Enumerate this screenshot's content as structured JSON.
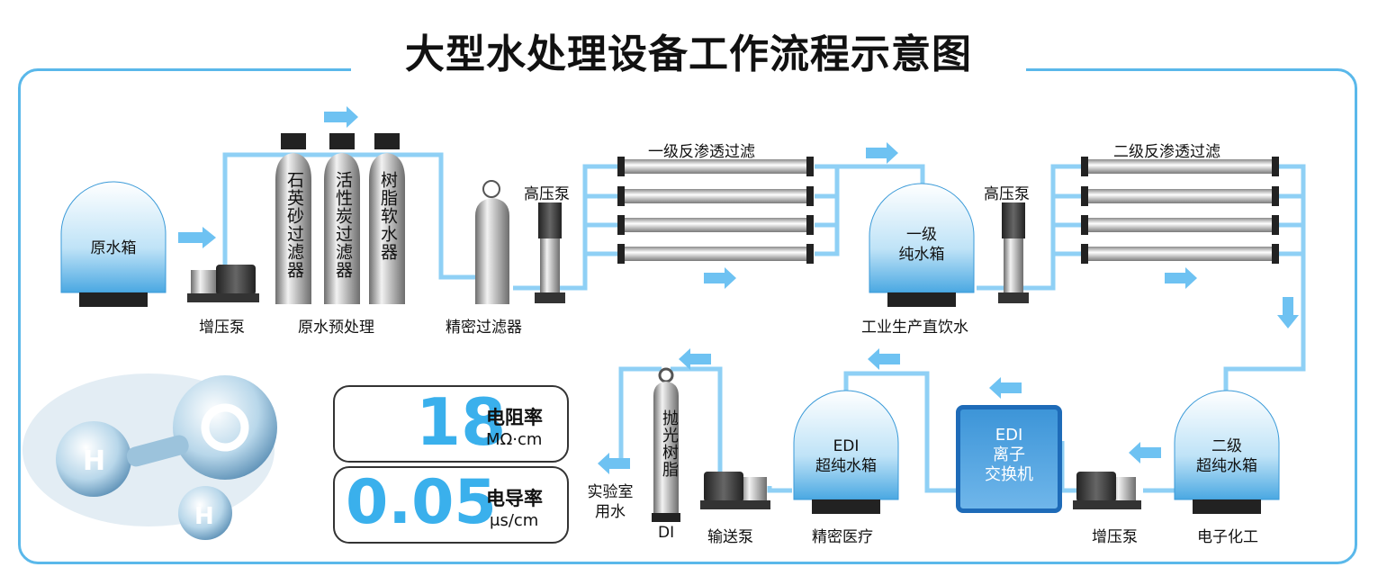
{
  "title": "大型水处理设备工作流程示意图",
  "top_row": {
    "raw_tank": "原水箱",
    "booster_pump": "增压泵",
    "pretreatment": "原水预处理",
    "filters": [
      "石英砂过滤器",
      "活性炭过滤器",
      "树脂软水器"
    ],
    "precision_filter": "精密过滤器",
    "hp_pump_1": "高压泵",
    "ro1": "一级反渗透过滤",
    "tank1": "一级\n纯水箱",
    "tank1_use": "工业生产直饮水",
    "hp_pump_2": "高压泵",
    "ro2": "二级反渗透过滤"
  },
  "bottom_row": {
    "tank2": "二级\n超纯水箱",
    "tank2_use": "电子化工",
    "booster_pump_2": "增压泵",
    "edi": "EDI\n离子\n交换机",
    "edi_tank": "EDI\n超纯水箱",
    "edi_tank_use": "精密医疗",
    "transfer_pump": "输送泵",
    "polish_resin": "抛光树脂",
    "di": "DI",
    "lab_water": "实验室\n用水"
  },
  "specs": {
    "resistivity_value": "18",
    "resistivity_label": "电阻率",
    "resistivity_unit": "MΩ·cm",
    "conductivity_value": "0.05",
    "conductivity_label": "电导率",
    "conductivity_unit": "μs/cm"
  },
  "colors": {
    "pipe": "#8fd0f5",
    "frame": "#5ab8ea",
    "accent": "#3ab0ec",
    "edi": "#1e6bb8"
  }
}
